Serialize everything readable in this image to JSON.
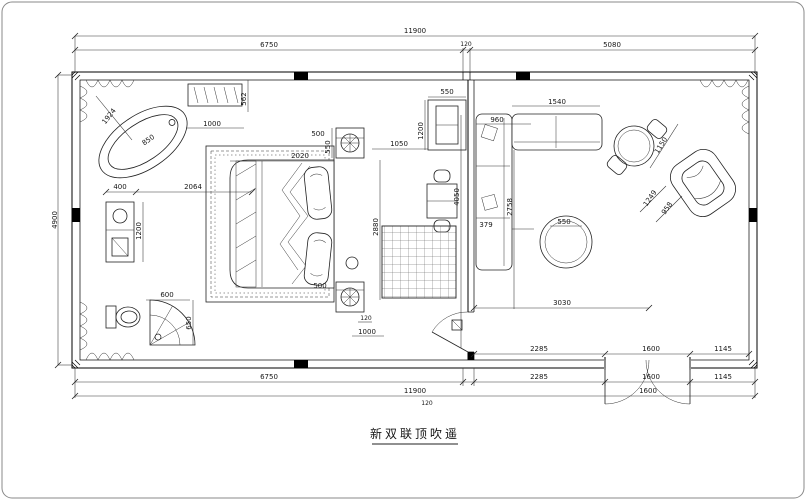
{
  "title": "新双联顶吹遥",
  "dims": {
    "top_total": "11900",
    "top_left_span": "6750",
    "top_wall_gap": "120",
    "top_right_span": "5080",
    "left_height": "4900",
    "closet_width": "1000",
    "closet_depth": "562",
    "tub_length": "1924",
    "tub_width": "850",
    "vanity_depth": "400",
    "vanity_to_bed": "2064",
    "vanity_length": "1200",
    "basin_width": "600",
    "basin_depth": "650",
    "nightstand_top": "500",
    "nightstand_top_depth": "550",
    "bed_width": "2020",
    "nightstand_bottom": "500",
    "tv_clearance": "1050",
    "tv_width": "550",
    "tv_wall": "1200",
    "rug_length": "2880",
    "rug_gap": "120",
    "door_clearance": "1000",
    "sofa_depth": "960",
    "sofa_top_width": "1540",
    "sofa_length": "4050",
    "sofa_to_wall": "2758",
    "table_offset": "379",
    "table_size": "550",
    "living_span": "3030",
    "dining_table": "1150",
    "armchair_length": "1249",
    "armchair_width": "958",
    "right_span_a": "2285",
    "right_door": "1600",
    "right_span_c": "1145",
    "bottom_left_span": "6750",
    "bottom_span_a": "2285",
    "bottom_door": "1600",
    "bottom_span_c": "1145",
    "bottom_total": "11900",
    "bottom_gap": "120",
    "door_leaf": "1600"
  }
}
